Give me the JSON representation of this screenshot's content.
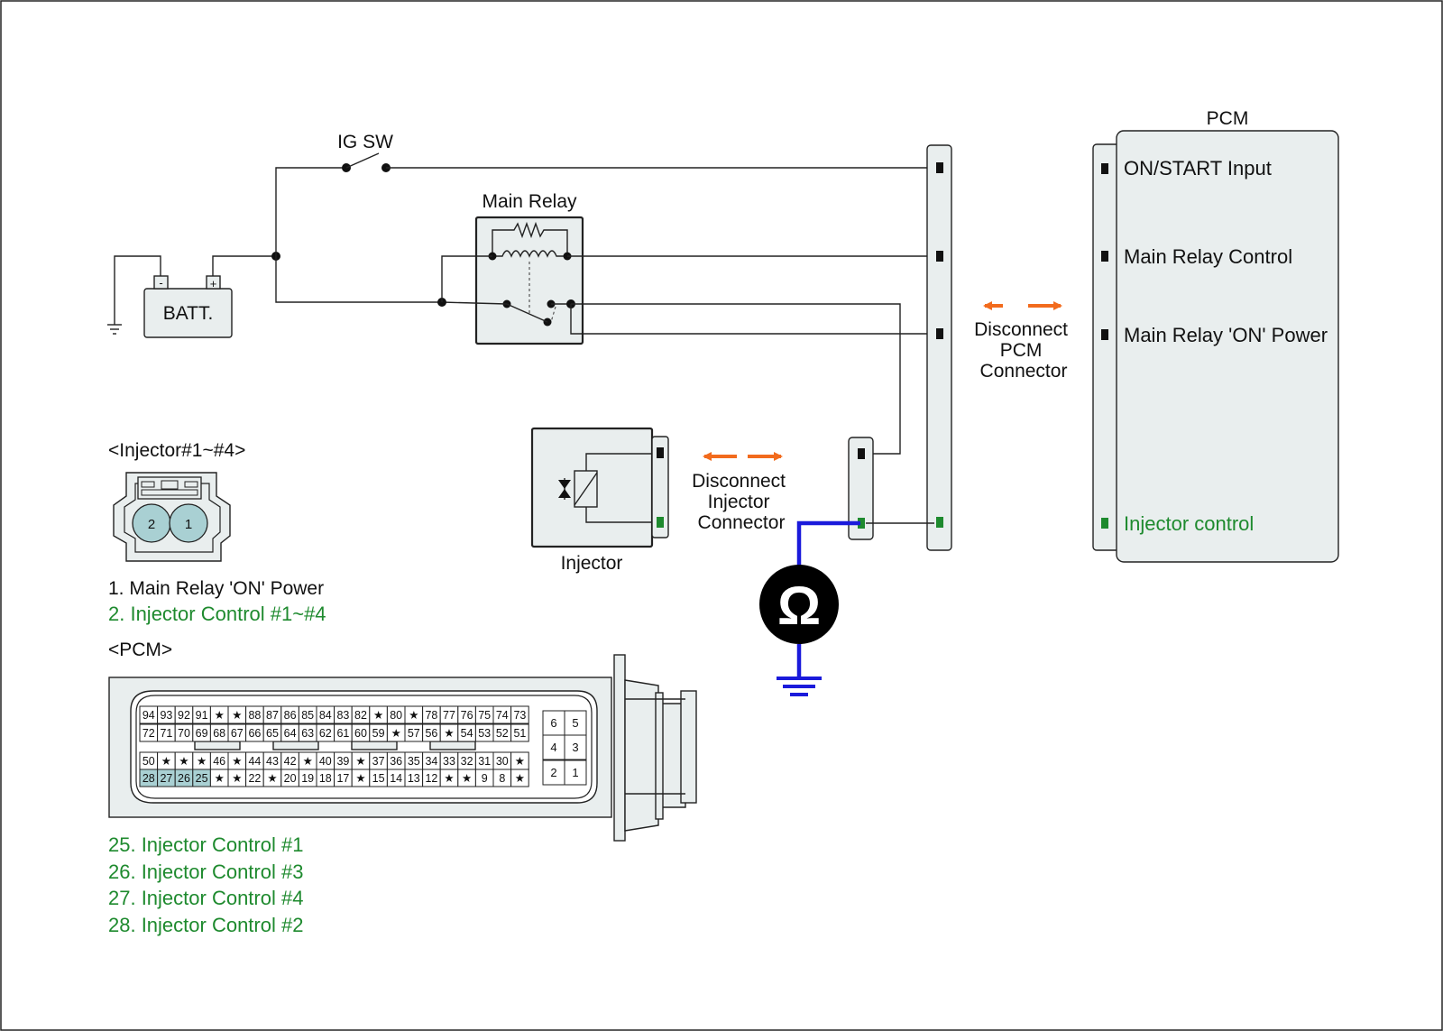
{
  "labels": {
    "ig_sw": "IG SW",
    "main_relay": "Main Relay",
    "battery": "BATT.",
    "battery_minus": "-",
    "battery_plus": "+",
    "pcm_title": "PCM",
    "injector": "Injector",
    "disconnect_pcm": [
      "Disconnect",
      "PCM",
      "Connector"
    ],
    "disconnect_injector": [
      "Disconnect",
      "Injector",
      "Connector"
    ],
    "ohm_symbol": "Ω"
  },
  "pcm_terminals": [
    {
      "label": "ON/START Input",
      "color": "#111111"
    },
    {
      "label": "Main Relay Control",
      "color": "#111111"
    },
    {
      "label": "Main Relay 'ON' Power",
      "color": "#111111"
    },
    {
      "label": "Injector control",
      "color": "#1e8a2e"
    }
  ],
  "injector_connector": {
    "title": "<Injector#1~#4>",
    "pins": [
      "2",
      "1"
    ],
    "legend": [
      {
        "text": "1. Main Relay 'ON' Power",
        "color": "#111111"
      },
      {
        "text": "2. Injector Control #1~#4",
        "color": "#1e8a2e"
      }
    ]
  },
  "pcm_connector": {
    "title": "<PCM>",
    "rows": [
      [
        "94",
        "93",
        "92",
        "91",
        "★",
        "★",
        "88",
        "87",
        "86",
        "85",
        "84",
        "83",
        "82",
        "★",
        "80",
        "★",
        "78",
        "77",
        "76",
        "75",
        "74",
        "73"
      ],
      [
        "72",
        "71",
        "70",
        "69",
        "68",
        "67",
        "66",
        "65",
        "64",
        "63",
        "62",
        "61",
        "60",
        "59",
        "★",
        "57",
        "56",
        "★",
        "54",
        "53",
        "52",
        "51"
      ],
      [
        "50",
        "★",
        "★",
        "★",
        "46",
        "★",
        "44",
        "43",
        "42",
        "★",
        "40",
        "39",
        "★",
        "37",
        "36",
        "35",
        "34",
        "33",
        "32",
        "31",
        "30",
        "★"
      ],
      [
        "28",
        "27",
        "26",
        "25",
        "★",
        "★",
        "22",
        "★",
        "20",
        "19",
        "18",
        "17",
        "★",
        "15",
        "14",
        "13",
        "12",
        "★",
        "★",
        "9",
        "8",
        "★"
      ]
    ],
    "highlighted": [
      "28",
      "27",
      "26",
      "25"
    ],
    "aux_pins": [
      [
        "6",
        "5"
      ],
      [
        "4",
        "3"
      ],
      [
        "2",
        "1"
      ]
    ],
    "legend": [
      "25. Injector Control  #1",
      "26. Injector Control  #3",
      "27. Injector Control  #4",
      "28. Injector Control  #2"
    ]
  },
  "colors": {
    "highlight_text": "#1e8a2e",
    "arrow": "#f26b1d",
    "meter_wire": "#1a1adb",
    "pin_highlight": "#a9d0d3",
    "terminal_green": "#1e8a2e",
    "box_fill": "#e9eeee"
  }
}
